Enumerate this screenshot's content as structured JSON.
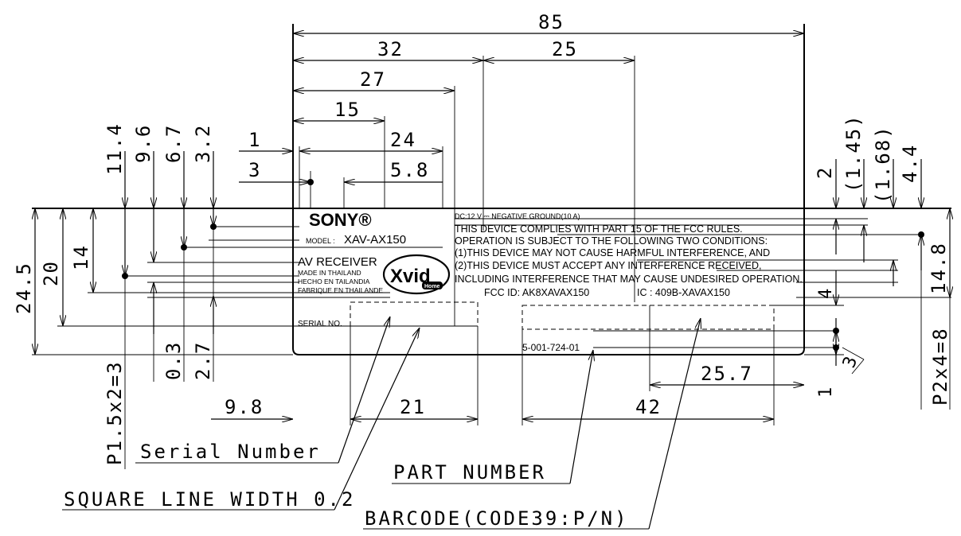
{
  "dimensions": {
    "top": [
      "85",
      "32",
      "25",
      "27",
      "15",
      "24",
      "1",
      "3",
      "5.8"
    ],
    "left_vertical": [
      "11.4",
      "9.6",
      "6.7",
      "3.2",
      "14",
      "20",
      "24.5",
      "P1.5x2=3",
      "0.3",
      "2.7"
    ],
    "right_vertical": [
      "2",
      "(1.45)",
      "(1.68)",
      "4.4",
      "14.8",
      "4",
      "3",
      "1",
      "P2x4=8"
    ],
    "bottom": [
      "9.8",
      "21",
      "42",
      "25.7"
    ]
  },
  "callouts": {
    "serial_number": "Serial Number",
    "square_line": "SQUARE LINE WIDTH 0.2",
    "part_number": "PART NUMBER",
    "barcode": "BARCODE(CODE39:P/N)"
  },
  "label": {
    "brand": "SONY®",
    "model_prefix": "MODEL :",
    "model": "XAV-AX150",
    "product": "AV RECEIVER",
    "origin_lines": [
      "MADE IN THAILAND",
      "HECHO EN TAILANDIA",
      "FABRIQUE EN THAILANDE"
    ],
    "xvid_logo": "Xvid",
    "xvid_sub": "Home",
    "power": "DC:12 V ⎓ NEGATIVE GROUND(10 A)",
    "fcc_lines": [
      "THIS DEVICE COMPLIES WITH PART 15 OF THE FCC RULES.",
      "OPERATION IS SUBJECT TO THE FOLLOWING TWO CONDITIONS:",
      "(1)THIS DEVICE MAY NOT CAUSE HARMFUL INTERFERENCE, AND",
      "(2)THIS DEVICE MUST ACCEPT ANY INTERFERENCE RECEIVED,",
      "INCLUDING INTERFERENCE THAT MAY CAUSE UNDESIRED OPERATION."
    ],
    "fcc_id": "FCC ID: AK8XAVAX150",
    "ic": "IC : 409B-XAVAX150",
    "serial_label": "SERIAL NO.",
    "part_no": "5-001-724-01"
  }
}
